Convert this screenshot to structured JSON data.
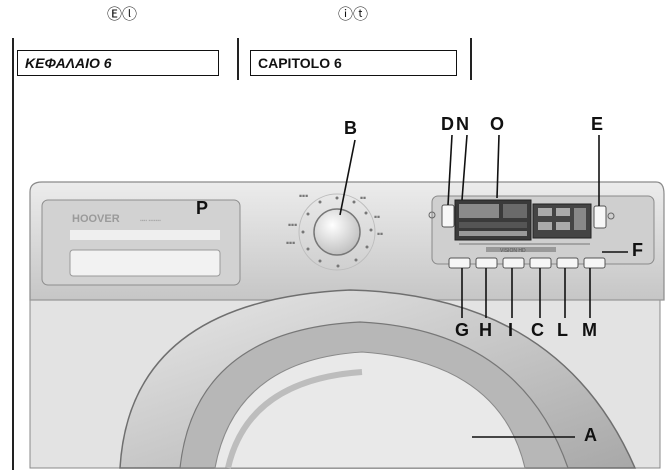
{
  "header": {
    "lang_left": "EL",
    "lang_right": "IT",
    "chapter_left": "ΚΕΦΑΛΑΙΟ 6",
    "chapter_right": "CAPITOLO 6"
  },
  "machine": {
    "brand": "HOOVER",
    "display_text": "VISION HD"
  },
  "callouts": {
    "A": "A",
    "B": "B",
    "C": "C",
    "D": "D",
    "N": "N",
    "O": "O",
    "E": "E",
    "F": "F",
    "G": "G",
    "H": "H",
    "I": "I",
    "L": "L",
    "M": "M",
    "P": "P"
  },
  "colors": {
    "panel": "#dcdcdc",
    "panel_dark": "#b9b9b9",
    "body": "#e6e6e6",
    "door": "#cfcfcf",
    "ink": "#111111"
  }
}
